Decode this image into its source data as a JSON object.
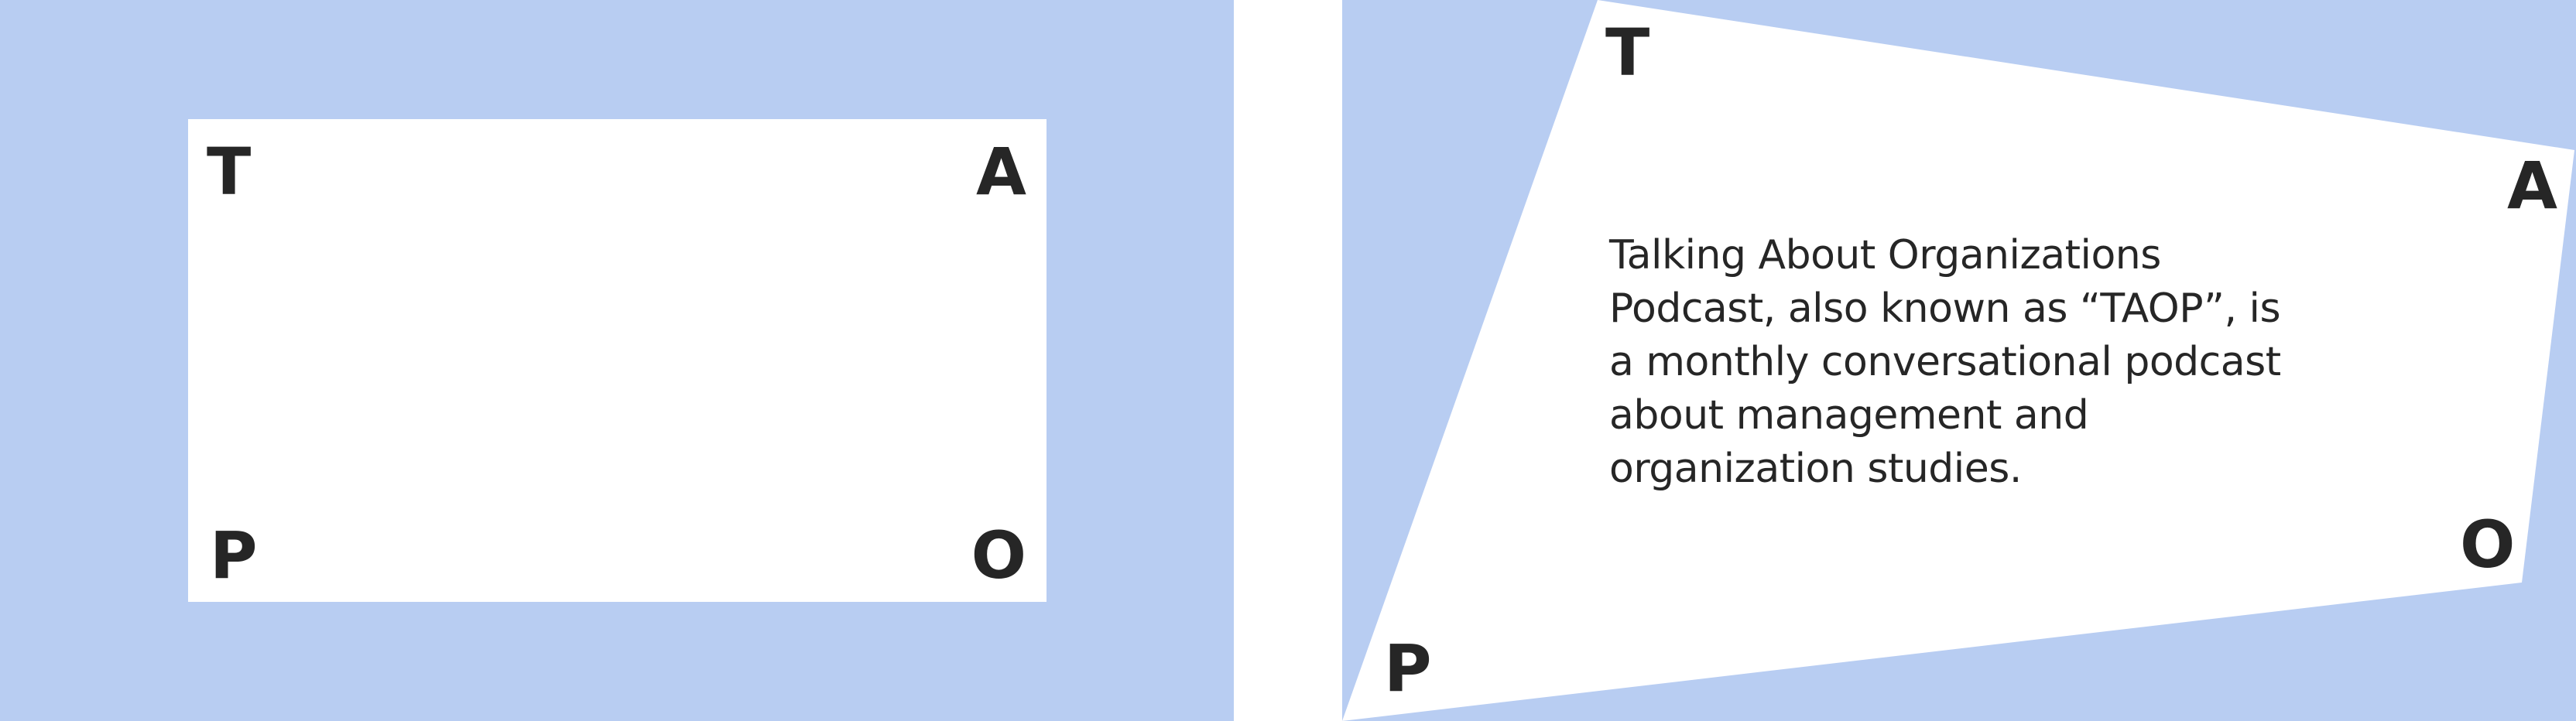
{
  "colors": {
    "background": "#B8CDF2",
    "card": "#FFFFFF",
    "text": "#262626"
  },
  "left_card": {
    "top_left": "T",
    "top_right": "A",
    "bottom_left": "P",
    "bottom_right": "O"
  },
  "right_card": {
    "top_left": "T",
    "top_right": "A",
    "bottom_left": "P",
    "bottom_right": "O",
    "description": "Talking About Organizations Podcast, also known as “TAOP”, is a monthly conversational podcast about management and organization studies."
  }
}
